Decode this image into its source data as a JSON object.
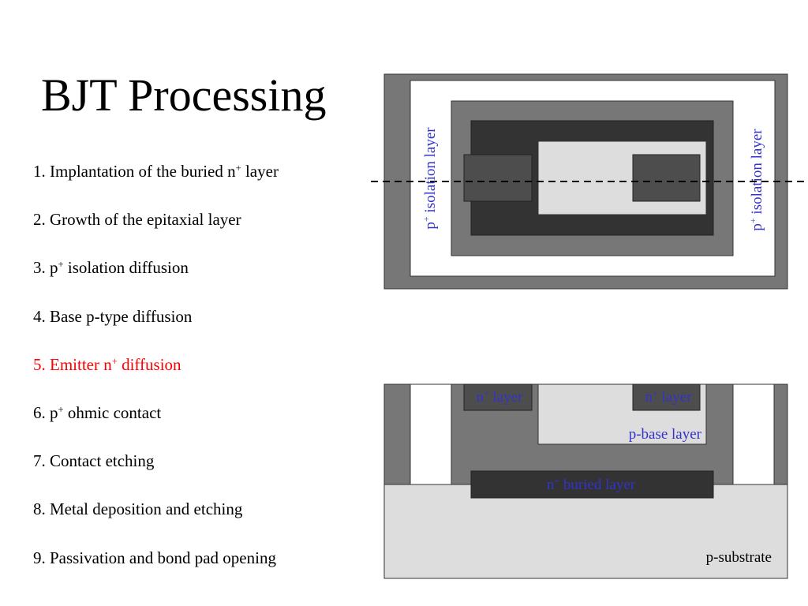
{
  "title": "BJT Processing",
  "steps": [
    {
      "num": "1.",
      "pre": "Implantation of the buried n",
      "sup": "+",
      "post": " layer"
    },
    {
      "num": "2.",
      "pre": "Growth of the epitaxial layer",
      "sup": "",
      "post": ""
    },
    {
      "num": "3.",
      "pre": "p",
      "sup": "+",
      "post": " isolation diffusion"
    },
    {
      "num": "4.",
      "pre": "Base p-type diffusion",
      "sup": "",
      "post": ""
    },
    {
      "num": "5.",
      "pre": "Emitter n",
      "sup": "+",
      "post": " diffusion"
    },
    {
      "num": "6.",
      "pre": "p",
      "sup": "+",
      "post": " ohmic contact"
    },
    {
      "num": "7.",
      "pre": "Contact etching",
      "sup": "",
      "post": ""
    },
    {
      "num": "8.",
      "pre": "Metal deposition and etching",
      "sup": "",
      "post": ""
    },
    {
      "num": "9.",
      "pre": "Passivation and bond pad opening",
      "sup": "",
      "post": ""
    }
  ],
  "active_step": 5,
  "top_view": {
    "isolation_left": {
      "pre": "p",
      "sup": "+",
      "post": " isolation layer"
    },
    "isolation_right": {
      "pre": "p",
      "sup": "+",
      "post": " isolation layer"
    }
  },
  "cross_section": {
    "emitter_left": {
      "pre": "n",
      "sup": "+",
      "post": " layer"
    },
    "emitter_right": {
      "pre": "n",
      "sup": "+",
      "post": " layer"
    },
    "base": "p-base layer",
    "buried": {
      "pre": "n",
      "sup": "+",
      "post": " buried layer"
    },
    "substrate": "p-substrate"
  },
  "colors": {
    "label_blue": "#3333cc",
    "active_red": "#ff0000",
    "dark": "#333333",
    "medium": "#777777",
    "light": "#dddddd",
    "emitter": "#4d4d4d"
  }
}
